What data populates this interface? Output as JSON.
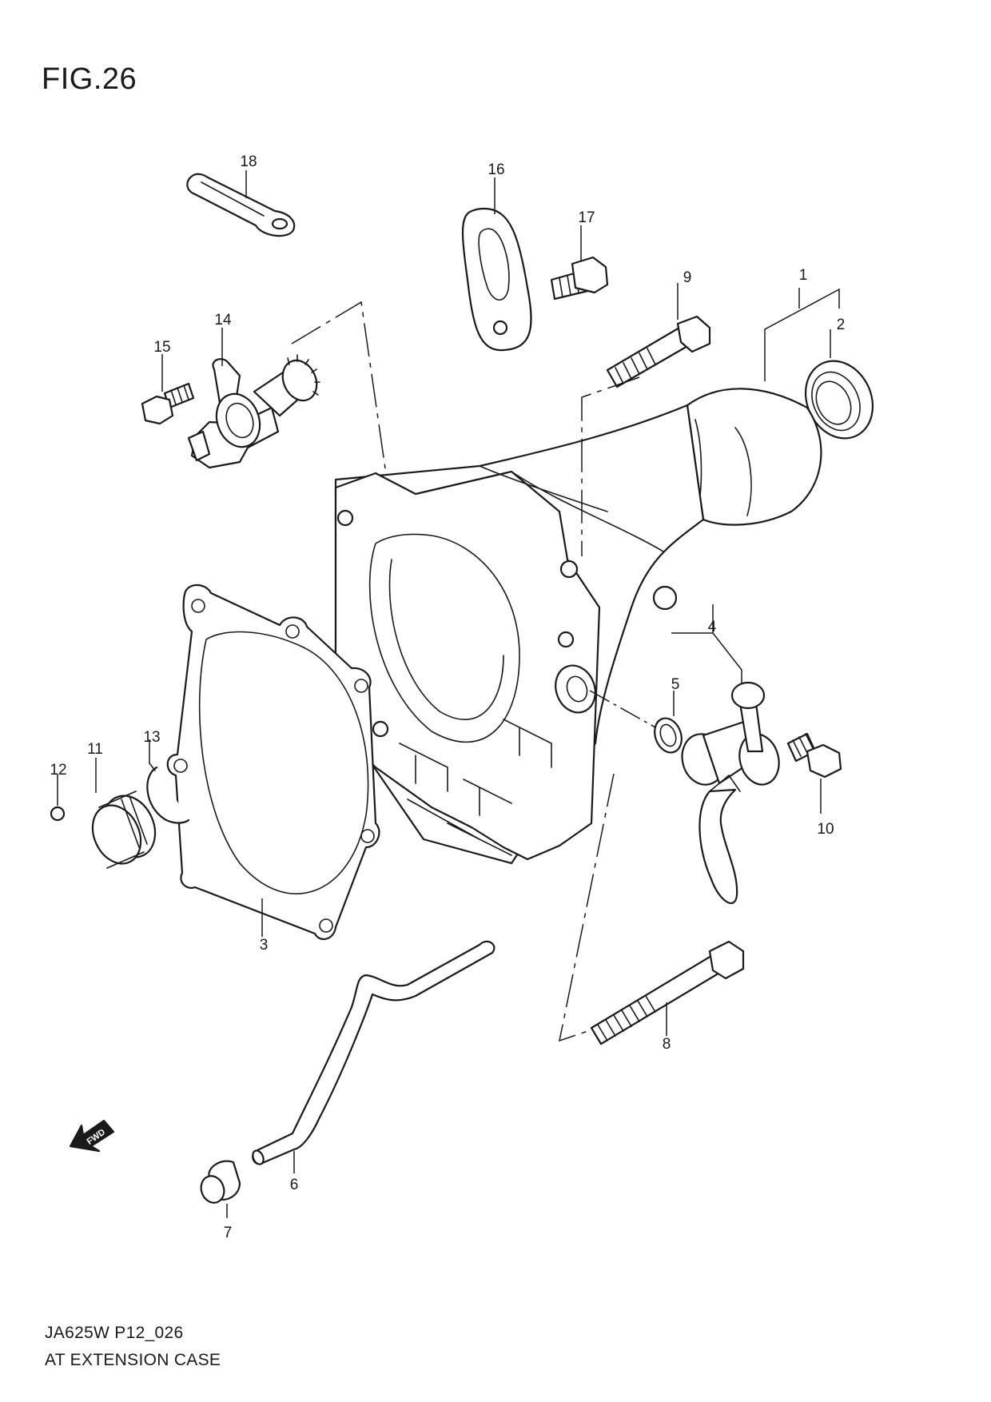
{
  "figure": {
    "title": "FIG.26",
    "drawing_code": "JA625W P12_026",
    "name": "AT EXTENSION CASE"
  },
  "callouts": {
    "c1": "1",
    "c2": "2",
    "c3": "3",
    "c4": "4",
    "c5": "5",
    "c6": "6",
    "c7": "7",
    "c8": "8",
    "c9": "9",
    "c10": "10",
    "c11": "11",
    "c12": "12",
    "c13": "13",
    "c14": "14",
    "c15": "15",
    "c16": "16",
    "c17": "17",
    "c18": "18"
  },
  "direction_arrow": {
    "label": "FWD"
  },
  "parts": [
    "extension-case",
    "oil-seal",
    "gasket",
    "speed-sensor-assembly",
    "o-ring",
    "breather-hose",
    "hose-cap",
    "case-bolt-long",
    "case-bolt",
    "sensor-bolt",
    "plug",
    "plug-ball",
    "circlip",
    "speedometer-driven-gear",
    "gear-bolt",
    "cover-gasket",
    "cover-bolt",
    "clamp"
  ]
}
